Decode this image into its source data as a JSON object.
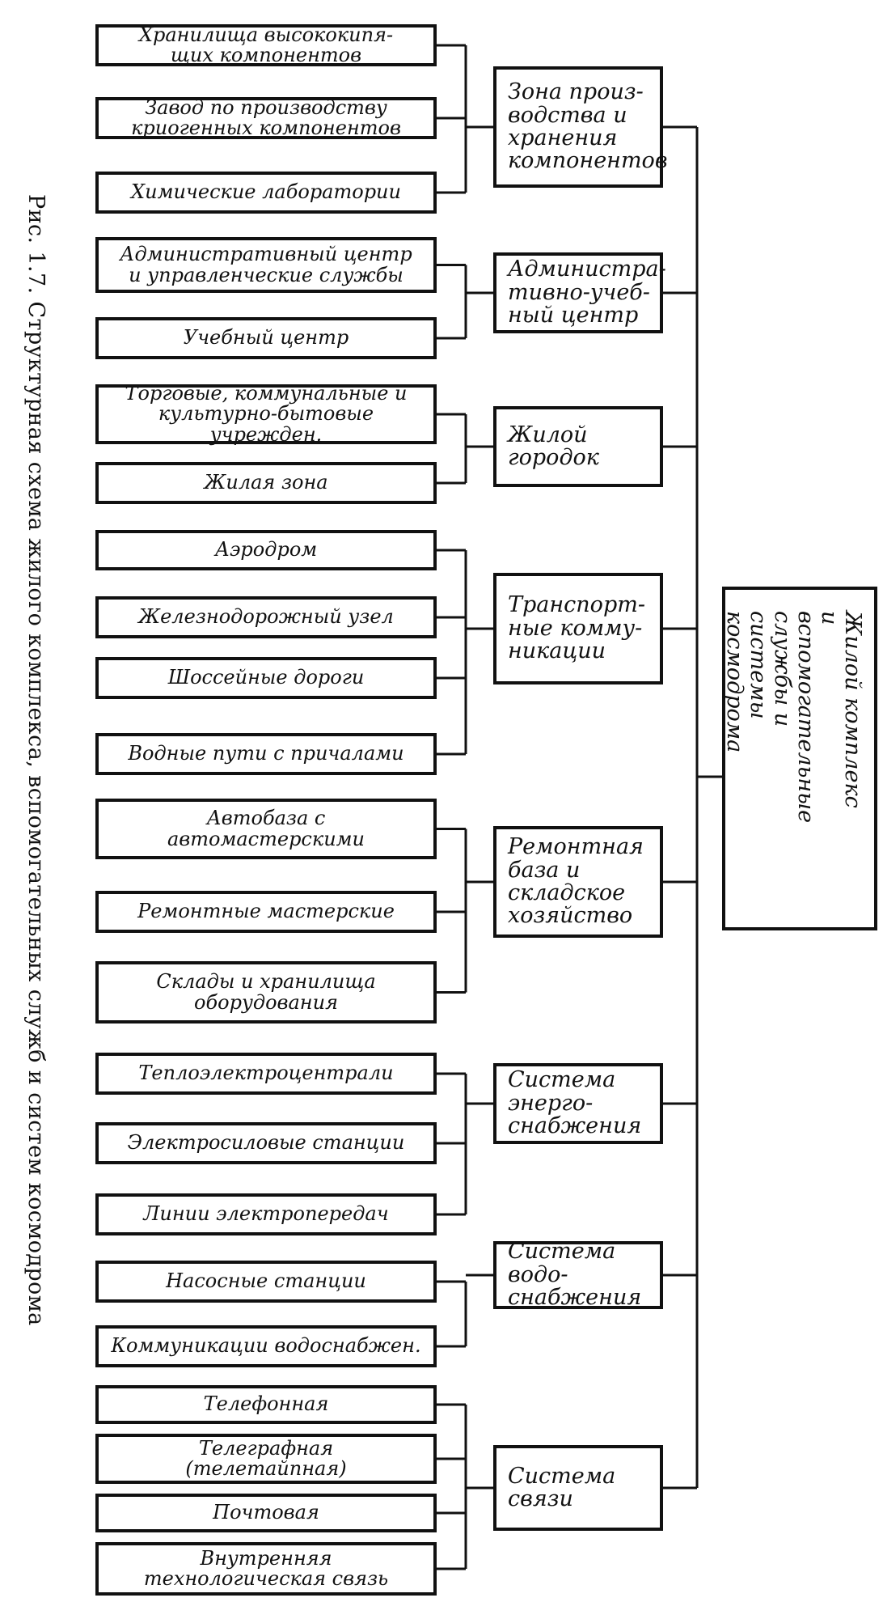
{
  "caption": "Рис. 1.7. Структурная схема жилого комплекса, вспомогательных служб и систем космодрома",
  "root": {
    "label": "Жилой комплекс и\nвспомогательные\nслужбы и системы\nкосмодрома"
  },
  "groups": [
    {
      "label": "Зона произ-\nводства и\nхранения\nкомпонентов",
      "items": [
        "Хранилища высококипя-\nщих компонентов",
        "Завод по производству\nкриогенных компонентов",
        "Химические лаборатории"
      ]
    },
    {
      "label": "Администра-\nтивно-учеб-\nный центр",
      "items": [
        "Административный центр\nи управленческие службы",
        "Учебный центр"
      ]
    },
    {
      "label": "Жилой\nгородок",
      "items": [
        "Торговые, коммунальные и\nкультурно-бытовые учрежден.",
        "Жилая зона"
      ]
    },
    {
      "label": "Транспорт-\nные комму-\nникации",
      "items": [
        "Аэродром",
        "Железнодорожный узел",
        "Шоссейные дороги",
        "Водные пути с причалами"
      ]
    },
    {
      "label": "Ремонтная\nбаза и\nскладское\nхозяйство",
      "items": [
        "Автобаза с\nавтомастерскими",
        "Ремонтные мастерские",
        "Склады и хранилища\nоборудования"
      ]
    },
    {
      "label": "Система\nэнерго-\nснабжения",
      "items": [
        "Теплоэлектроцентрали",
        "Электросиловые станции",
        "Линии электропередач"
      ]
    },
    {
      "label": "Система\nводо-\nснабжения",
      "items": [
        "Насосные станции",
        "Коммуникации водоснабжен."
      ]
    },
    {
      "label": "Система\nсвязи",
      "items": [
        "Телефонная",
        "Телеграфная\n(телетайпная)",
        "Почтовая",
        "Внутренняя\nтехнологическая связь"
      ]
    }
  ]
}
